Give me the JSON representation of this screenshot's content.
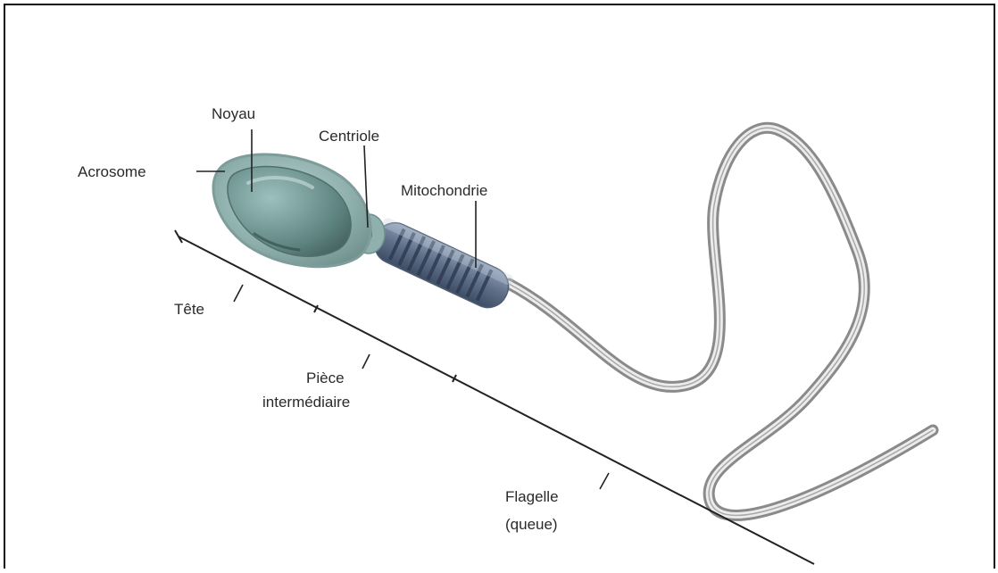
{
  "labels": {
    "noyau": "Noyau",
    "centriole": "Centriole",
    "acrosome": "Acrosome",
    "mitochondrie": "Mitochondrie",
    "tete": "Tête",
    "piece_line1": "Pièce",
    "piece_line2": "intermédiaire",
    "flagelle_line1": "Flagelle",
    "flagelle_line2": "(queue)"
  },
  "colors": {
    "frame": "#111111",
    "head_fill": "#8fb0ad",
    "head_outline": "#7e9d9a",
    "nucleus_fill": "#5e8481",
    "midpiece_fill": "#6d7f97",
    "midpiece_band": "#3e4d66",
    "tail_outer": "#8a8a8a",
    "tail_inner": "#ececec",
    "leader": "#222222"
  }
}
